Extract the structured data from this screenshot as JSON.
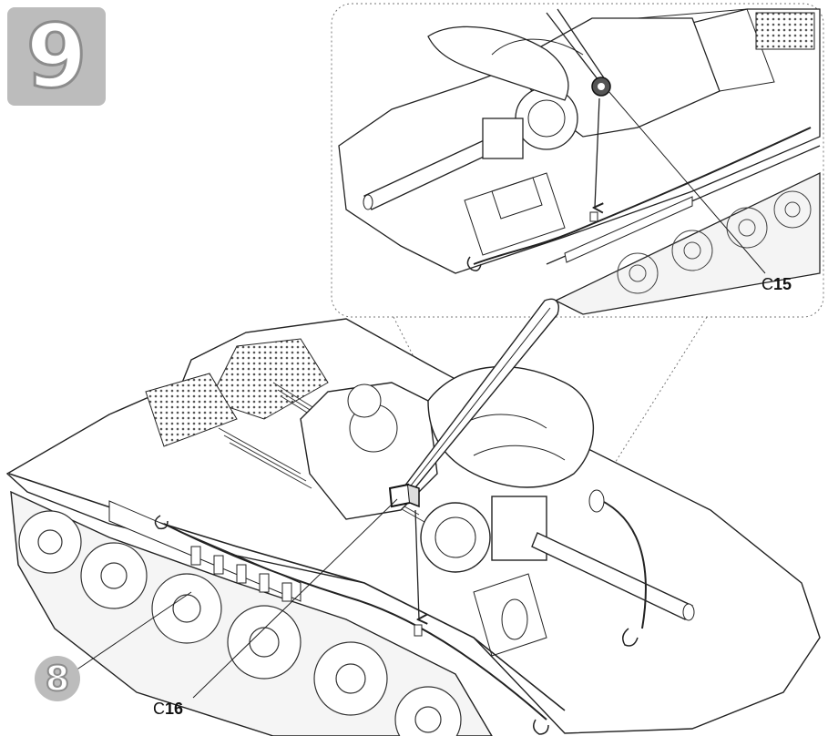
{
  "step": {
    "number": "9"
  },
  "substep": {
    "number": "8"
  },
  "parts": [
    {
      "prefix": "C",
      "number": "15"
    },
    {
      "prefix": "C",
      "number": "16"
    }
  ],
  "colors": {
    "badge_fill": "#bcbcbc",
    "badge_stroke": "#8c8c8c",
    "line": "#222222"
  }
}
